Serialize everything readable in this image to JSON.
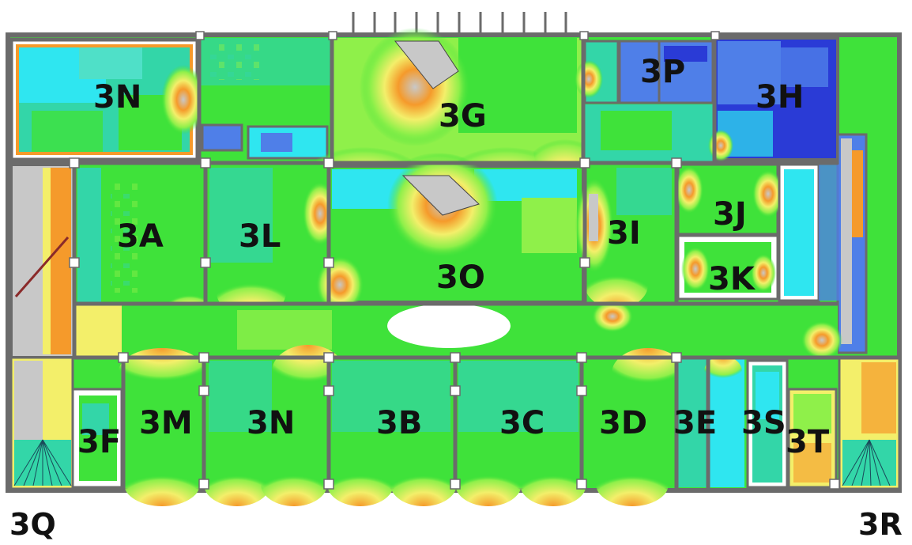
{
  "rooms": {
    "r3N_top": "3N",
    "r3G": "3G",
    "r3P": "3P",
    "r3H": "3H",
    "r3A": "3A",
    "r3L": "3L",
    "r3O": "3O",
    "r3I": "3I",
    "r3J": "3J",
    "r3K": "3K",
    "r3F": "3F",
    "r3M": "3M",
    "r3N_bottom": "3N",
    "r3B": "3B",
    "r3C": "3C",
    "r3D": "3D",
    "r3E": "3E",
    "r3S": "3S",
    "r3T": "3T"
  },
  "outside": {
    "q": "3Q",
    "r": "3R"
  },
  "colors": {
    "wall": "#6b6b6b",
    "deep_blue": "#2a3bd6",
    "blue": "#4f7fe8",
    "cyan": "#2fe6f0",
    "teal": "#33d6a8",
    "green": "#3fe23a",
    "light_green": "#8ff04a",
    "yellow": "#f3ef6a",
    "orange": "#f59a2b",
    "grey": "#c8c8c8"
  }
}
